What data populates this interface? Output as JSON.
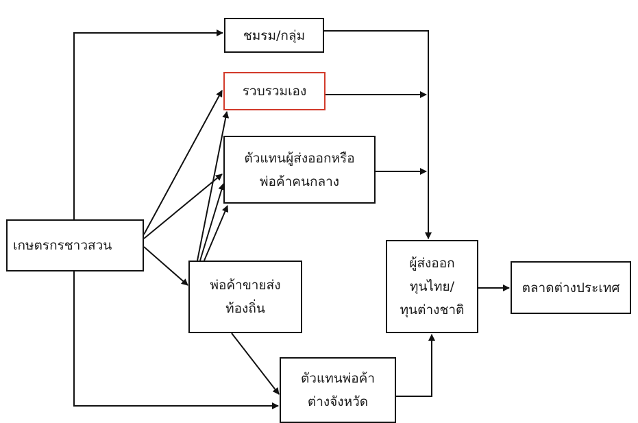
{
  "diagram": {
    "nodes": {
      "club": {
        "label": "ชมรม/กลุ่ม"
      },
      "self_collect": {
        "label": "รวบรวมเอง",
        "border_color": "#d23a2a"
      },
      "agent": {
        "lines": [
          "ตัวแทนผู้ส่งออกหรือ",
          "พ่อค้าคนกลาง"
        ]
      },
      "farmer": {
        "label": "เกษตรกรชาวสวน"
      },
      "local_wholesaler": {
        "lines": [
          "พ่อค้าขายส่ง",
          "ท้องถิ่น"
        ]
      },
      "exporter": {
        "lines": [
          "ผู้ส่งออก",
          "ทุนไทย/",
          "ทุนต่างชาติ"
        ]
      },
      "foreign_market": {
        "label": "ตลาดต่างประเทศ"
      },
      "provincial_agent": {
        "lines": [
          "ตัวแทนพ่อค้า",
          "ต่างจังหวัด"
        ]
      }
    },
    "edges": [
      {
        "from": "farmer",
        "to": "club"
      },
      {
        "from": "farmer",
        "to": "self_collect"
      },
      {
        "from": "farmer",
        "to": "agent"
      },
      {
        "from": "farmer",
        "to": "local_wholesaler"
      },
      {
        "from": "farmer",
        "to": "provincial_agent"
      },
      {
        "from": "local_wholesaler",
        "to": "self_collect"
      },
      {
        "from": "local_wholesaler",
        "to": "agent"
      },
      {
        "from": "local_wholesaler",
        "to": "provincial_agent"
      },
      {
        "from": "club",
        "to": "exporter"
      },
      {
        "from": "self_collect",
        "to": "exporter"
      },
      {
        "from": "agent",
        "to": "exporter"
      },
      {
        "from": "provincial_agent",
        "to": "exporter"
      },
      {
        "from": "exporter",
        "to": "foreign_market"
      }
    ],
    "line_color": "#111111"
  }
}
